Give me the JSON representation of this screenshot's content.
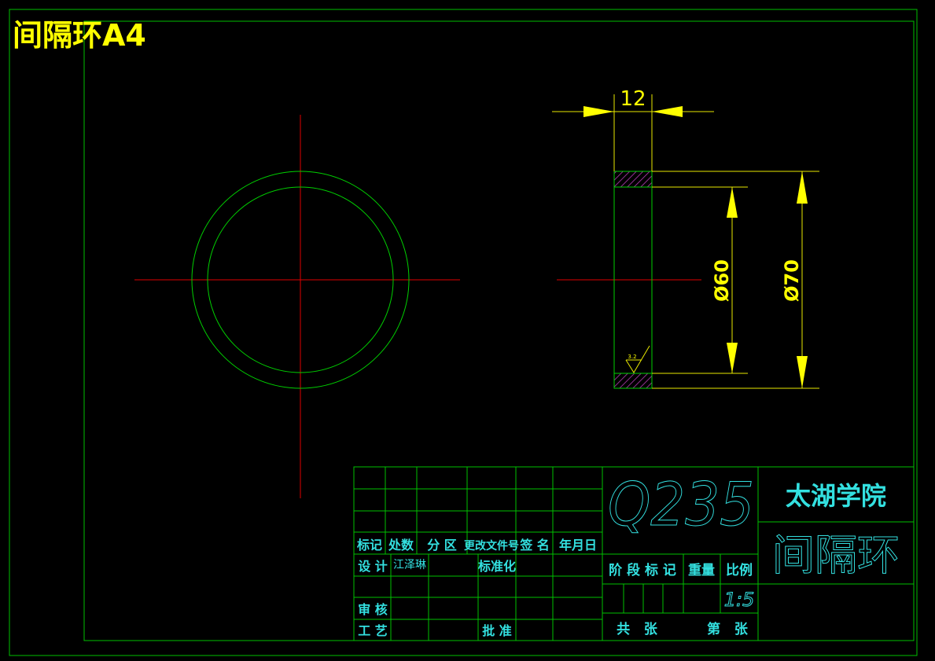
{
  "drawing": {
    "sheet_title": "间隔环A4",
    "colors": {
      "background": "#000000",
      "frame": "#00c000",
      "centerline": "#e00000",
      "dimension": "#ffff00",
      "hatch": "#c040c0",
      "title_text": "#33e0e0"
    },
    "dimensions": {
      "width": "12",
      "inner_diameter": "Ø60",
      "outer_diameter": "Ø70",
      "roughness": "3.2"
    }
  },
  "title_block": {
    "material": "Q235",
    "school": "太湖学院",
    "part_name": "间隔环",
    "headers": {
      "mark": "标记",
      "count": "处数",
      "zone": "分 区",
      "change_doc": "更改文件号",
      "sign": "签 名",
      "date": "年月日"
    },
    "design_label": "设 计",
    "designer": "江泽琳",
    "standardize_label": "标准化",
    "review_label": "审 核",
    "process_label": "工 艺",
    "approve_label": "批 准",
    "stage_mark_label": "阶 段 标 记",
    "weight_label": "重量",
    "scale_label": "比例",
    "scale_value": "1:5",
    "total_label": "共   张",
    "sheet_label": "第   张"
  }
}
